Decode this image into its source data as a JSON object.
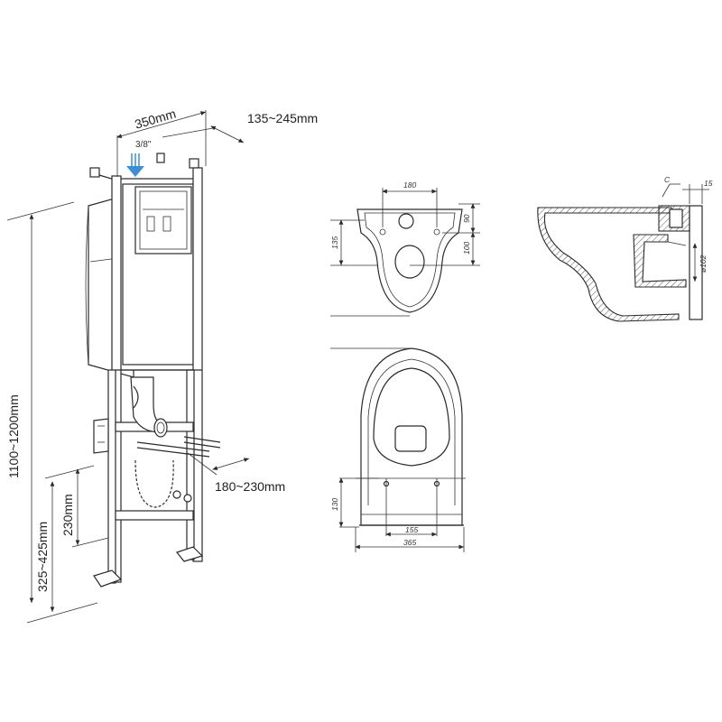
{
  "frame_dimensions": {
    "width": "350mm",
    "wall_distance": "135~245mm",
    "inlet": "3/8\"",
    "height_total": "1100~1200mm",
    "flush_pipe_height": "325~425mm",
    "drain_height": "230mm",
    "drain_distance": "180~230mm"
  },
  "bowl_front_view": {
    "top_width": "180",
    "height_left": "135",
    "right_upper": "90",
    "right_lower": "100"
  },
  "bowl_section_view": {
    "label_c": "C",
    "depth": "15",
    "outlet_diameter": "ø102"
  },
  "bowl_top_view": {
    "bolt_offset": "130",
    "bolt_spacing": "155",
    "total_width": "365"
  },
  "colors": {
    "line": "#2a2a2a",
    "water_arrow": "#3b8fd6"
  }
}
